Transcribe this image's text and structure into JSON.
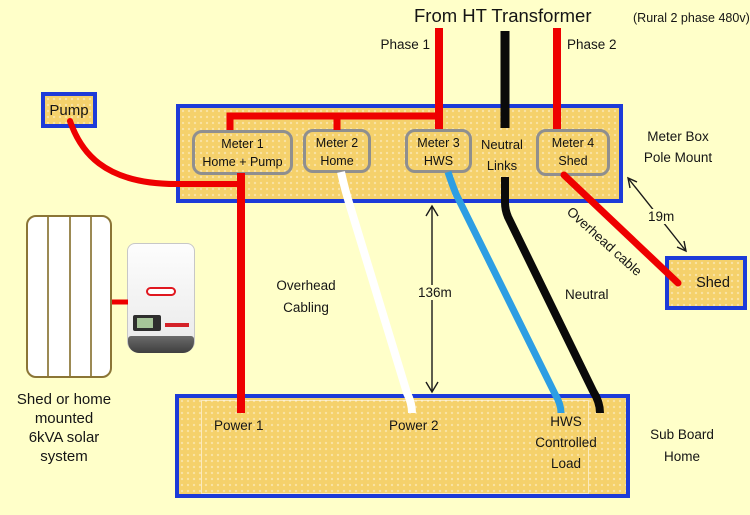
{
  "title": {
    "main": "From HT Transformer",
    "note": "(Rural 2 phase 480v)"
  },
  "supply": {
    "phase1": "Phase 1",
    "phase2": "Phase 2"
  },
  "meter_box": {
    "caption": {
      "line1": "Meter Box",
      "line2": "Pole Mount"
    },
    "meters": [
      {
        "line1": "Meter 1",
        "line2": "Home + Pump"
      },
      {
        "line1": "Meter 2",
        "line2": "Home"
      },
      {
        "line1": "Meter 3",
        "line2": "HWS"
      },
      {
        "line1": "Meter 4",
        "line2": "Shed"
      }
    ],
    "neutral_links": {
      "line1": "Neutral",
      "line2": "Links"
    }
  },
  "pump": {
    "label": "Pump"
  },
  "shed": {
    "label": "Shed"
  },
  "solar": {
    "caption": {
      "line1": "Shed or home",
      "line2": "mounted",
      "line3": "6kVA solar",
      "line4": "system"
    }
  },
  "runs": {
    "overhead_cabling": {
      "line1": "Overhead",
      "line2": "Cabling"
    },
    "distance_main": "136m",
    "neutral": "Neutral",
    "overhead_cable": "Overhead cable",
    "distance_shed": "19m"
  },
  "sub_board": {
    "caption": {
      "line1": "Sub Board",
      "line2": "Home"
    },
    "power1": "Power 1",
    "power2": "Power 2",
    "hws": {
      "line1": "HWS",
      "line2": "Controlled",
      "line3": "Load"
    }
  },
  "colors": {
    "background": "#FFFFC9",
    "panel_fill": "#F5D16B",
    "panel_border": "#1D3BD8",
    "meter_border": "#8F8F8F",
    "phase_wire": "#EE0000",
    "neutral_wire": "#0A0A0A",
    "hws_wire": "#2D9EE3",
    "power2_wire": "#FFFFFF",
    "dimension_line": "#1A1A1A"
  }
}
